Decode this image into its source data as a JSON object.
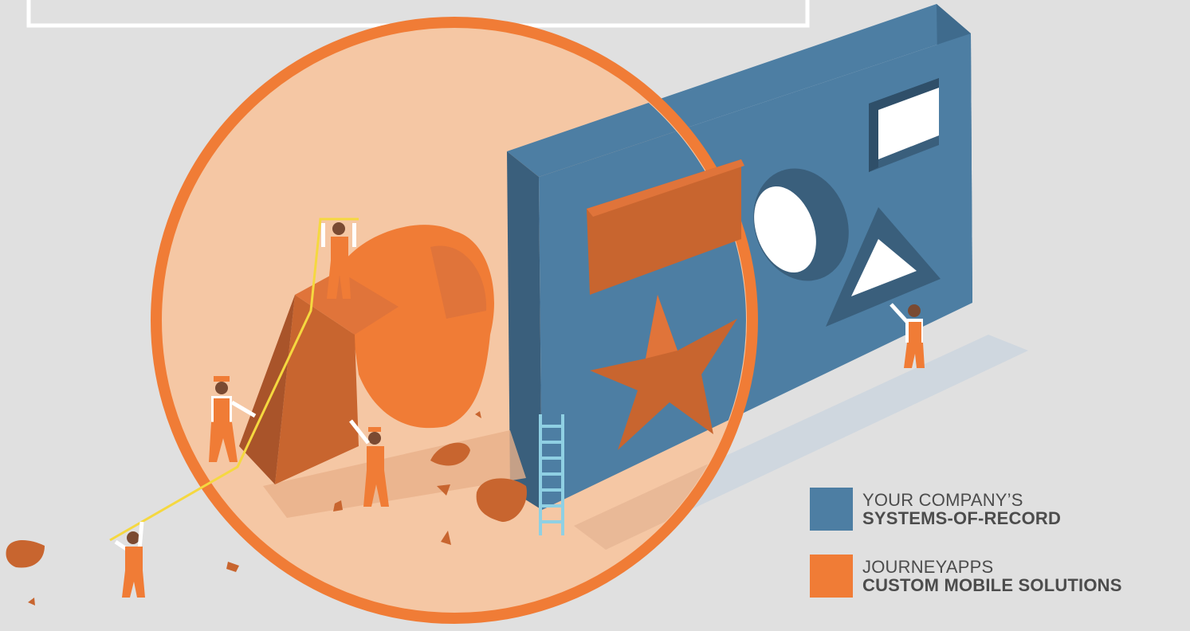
{
  "colors": {
    "background": "#e0e0e0",
    "blue": "#4d7ea3",
    "blue_dark": "#3a5f7c",
    "orange": "#f07c36",
    "orange_dark": "#c8652f",
    "circle_fill": "#f5c7a4",
    "ladder": "#8fd0e3",
    "tape": "#f5d840"
  },
  "legend": [
    {
      "line1": "YOUR COMPANY’S",
      "line2": "SYSTEMS-OF-RECORD",
      "color": "#4d7ea3"
    },
    {
      "line1": "JOURNEYAPPS",
      "line2": "CUSTOM MOBILE SOLUTIONS",
      "color": "#f07c36"
    }
  ]
}
